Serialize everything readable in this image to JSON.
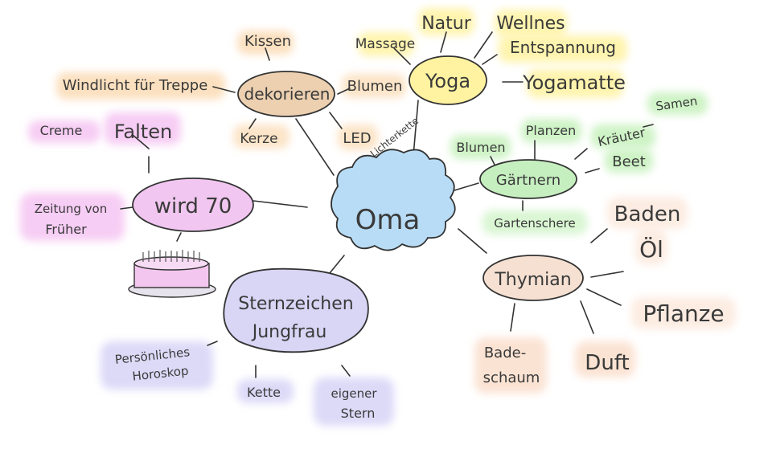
{
  "center": {
    "label": "Oma",
    "color": "#b8dcf5"
  },
  "branches": {
    "dekorieren": {
      "label": "dekorieren",
      "color": "#e9c9a6",
      "items": {
        "kissen": "Kissen",
        "windlicht": "Windlicht für Treppe",
        "kerze": "Kerze",
        "blumen": "Blumen",
        "led": "LED",
        "lichterkette": "Lichterkette"
      }
    },
    "yoga": {
      "label": "Yoga",
      "color": "#fff2a0",
      "items": {
        "massage": "Massage",
        "natur": "Natur",
        "wellnes": "Wellnes",
        "entspannung": "Entspannung",
        "yogamatte": "Yogamatte"
      }
    },
    "gaertnern": {
      "label": "Gärtnern",
      "color": "#c6efc0",
      "items": {
        "blumen": "Blumen",
        "pflanzen": "Planzen",
        "kraeuter": "Kräuter",
        "samen": "Samen",
        "beet": "Beet",
        "gartenschere": "Gartenschere"
      }
    },
    "wird70": {
      "label": "wird 70",
      "color": "#f1c6f0",
      "items": {
        "falten": "Falten",
        "creme": "Creme",
        "zeitung_1": "Zeitung von",
        "zeitung_2": "Früher"
      }
    },
    "sternzeichen": {
      "label_1": "Sternzeichen",
      "label_2": "Jungfrau",
      "color": "#d8d5f5",
      "items": {
        "horoskop_1": "Persönliches",
        "horoskop_2": "Horoskop",
        "kette": "Kette",
        "stern_1": "eigener",
        "stern_2": "Stern"
      }
    },
    "thymian": {
      "label": "Thymian",
      "color": "#f5e0d2",
      "items": {
        "baden": "Baden",
        "oel": "Öl",
        "pflanze": "Pflanze",
        "duft": "Duft",
        "badeschaum_1": "Bade-",
        "badeschaum_2": "schaum"
      }
    }
  },
  "highlight_colors": {
    "orange": "#fbd9b0",
    "yellow": "#fff3a6",
    "green": "#c9f2c0",
    "pink": "#f6c8f3",
    "lavender": "#d9d6f7",
    "peach": "#fbe0cf",
    "cake": "#f3c6ef"
  }
}
